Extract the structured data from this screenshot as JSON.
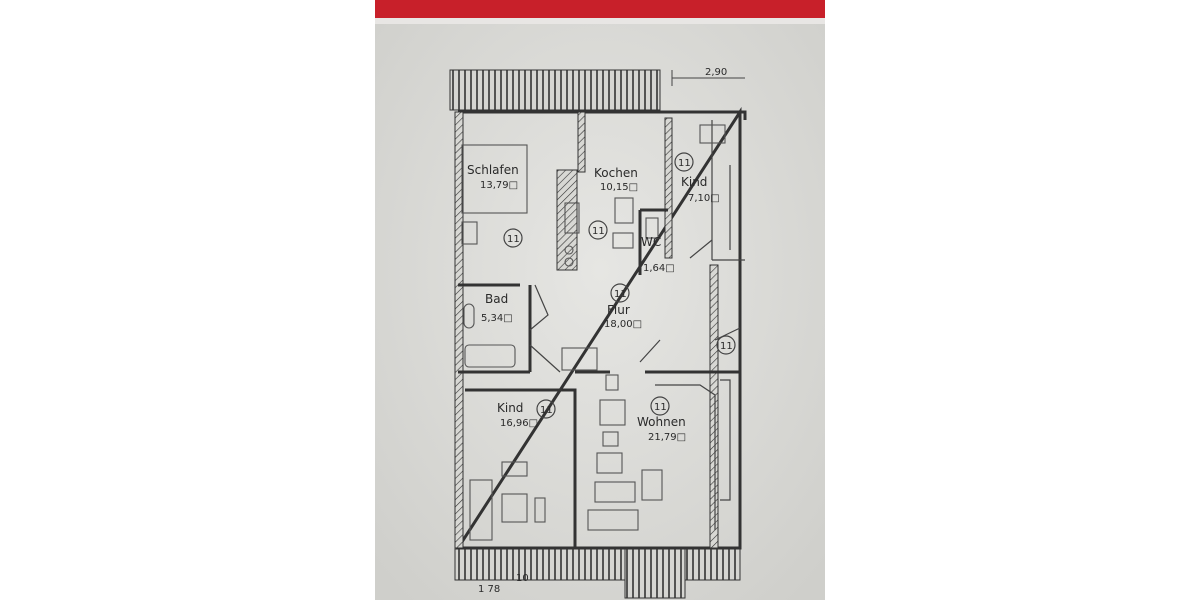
{
  "colors": {
    "frame_red": "#c8202a",
    "paper": "#dcdcd8",
    "ink": "#2a2a2a"
  },
  "dimensions": {
    "top_right": "2,90",
    "bottom": "10",
    "bottom_left": "1 78"
  },
  "rooms": [
    {
      "name": "Schlafen",
      "area": "13,79□",
      "marker": "11"
    },
    {
      "name": "Kochen",
      "area": "10,15□",
      "marker": "11"
    },
    {
      "name": "Kind",
      "area": "7,10□",
      "marker": "11"
    },
    {
      "name": "WC",
      "area": "1,64□"
    },
    {
      "name": "Bad",
      "area": "5,34□"
    },
    {
      "name": "Flur",
      "area": "18,00□",
      "marker": "11"
    },
    {
      "name": "Kind",
      "area": "16,96□",
      "marker": "11"
    },
    {
      "name": "Wohnen",
      "area": "21,79□",
      "marker": "11"
    }
  ],
  "extra_marker": "11"
}
